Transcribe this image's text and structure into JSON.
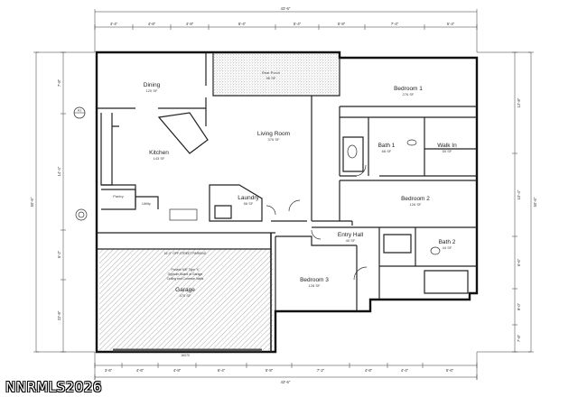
{
  "rooms": {
    "dining": {
      "label": "Dining",
      "area": "120 SF"
    },
    "kitchen": {
      "label": "Kitchen",
      "area": "143 SF"
    },
    "living": {
      "label": "Living Room",
      "area": "376 SF"
    },
    "bedroom1": {
      "label": "Bedroom 1",
      "area": "276 SF"
    },
    "bath1": {
      "label": "Bath 1",
      "area": "68 SF"
    },
    "walkin": {
      "label": "Walk In",
      "area": "50 SF"
    },
    "bedroom2": {
      "label": "Bedroom 2",
      "area": "126 SF"
    },
    "bedroom3": {
      "label": "Bedroom 3",
      "area": "128 SF"
    },
    "laundry": {
      "label": "Laundry",
      "area": "56 SF"
    },
    "entry": {
      "label": "Entry Hall",
      "area": "40 SF"
    },
    "bath2": {
      "label": "Bath 2",
      "area": "44 SF"
    },
    "garage": {
      "label": "Garage",
      "area": "470 SF"
    },
    "porch": {
      "label": "Rear Porch",
      "area": "96 SF"
    },
    "pantry": {
      "label": "Pantry"
    },
    "utility": {
      "label": "Utility"
    }
  },
  "dimensions": {
    "overall_top": "43'-6\"",
    "overall_bottom": "43'-6\"",
    "top_chain": [
      "4'-4\"",
      "4'-8\"",
      "4'-8\"",
      "8'-4\"",
      "5'-4\"",
      "5'-8\"",
      "7'-4\"",
      "5'-4\""
    ],
    "bottom_chain": [
      "3'-6\"",
      "4'-6\"",
      "4'-8\"",
      "6'-4\"",
      "5'-8\"",
      "7'-2\"",
      "4'-8\"",
      "4'-4\"",
      "5'-6\""
    ],
    "left_overall": "50'-6\"",
    "left_chain": [
      "7'-8\"",
      "14'-4\"",
      "6'-2\"",
      "22'-8\""
    ],
    "right_overall": "50'-6\"",
    "right_chain": [
      "12'-8\"",
      "10'-4\"",
      "6'-6\"",
      "9'-0\"",
      "7'-8\""
    ]
  },
  "notes": {
    "garage_header": "16'-0\" OFF-STREET PARKING",
    "garage_note_1": "Provide 5/8\" Type 'X'",
    "garage_note_2": "Gypsum Board at Garage",
    "garage_note_3": "Ceiling and Common Walls",
    "garage_door": "16X70",
    "ref_mark": "A1"
  },
  "watermark": "NNRMLS2026"
}
